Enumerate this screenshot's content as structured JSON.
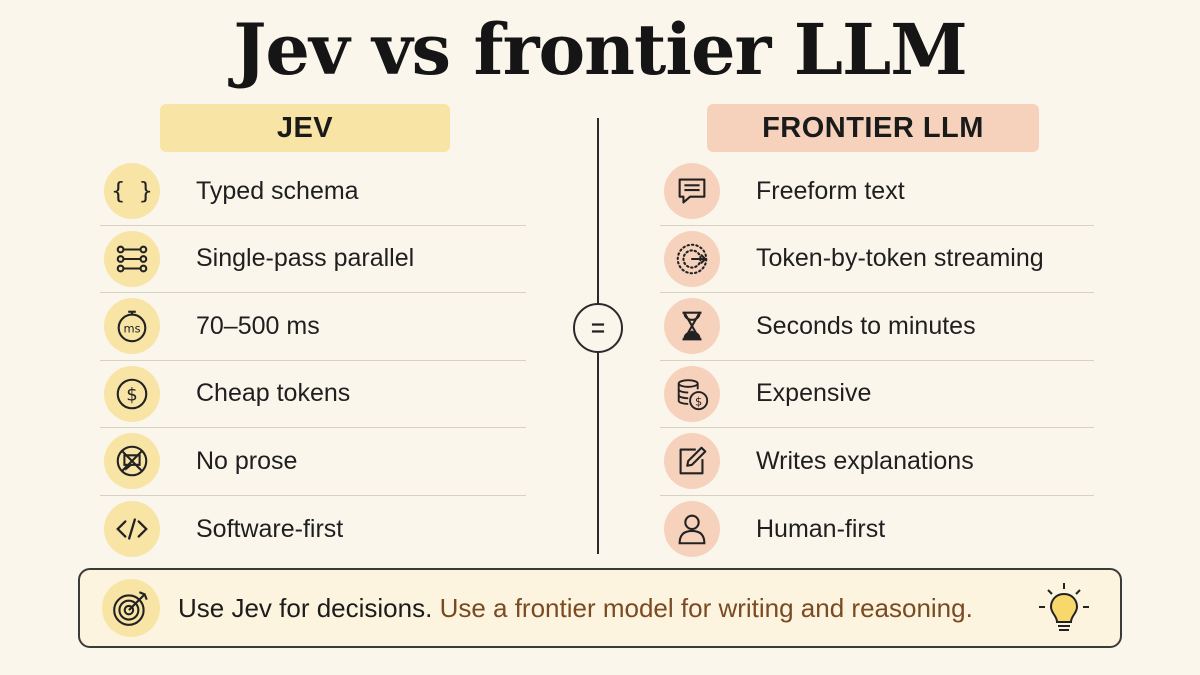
{
  "title": "Jev vs frontier LLM",
  "left": {
    "header": "JEV",
    "accent": "#f8e4a5",
    "items": [
      {
        "label": "Typed schema",
        "icon": "curly-braces-icon"
      },
      {
        "label": "Single-pass parallel",
        "icon": "parallel-lanes-icon"
      },
      {
        "label": "70–500 ms",
        "icon": "stopwatch-ms-icon"
      },
      {
        "label": "Cheap tokens",
        "icon": "dollar-coin-icon"
      },
      {
        "label": "No prose",
        "icon": "no-speech-icon"
      },
      {
        "label": "Software-first",
        "icon": "code-tag-icon"
      }
    ]
  },
  "right": {
    "header": "FRONTIER LLM",
    "accent": "#f6d2bd",
    "items": [
      {
        "label": "Freeform text",
        "icon": "speech-bubble-icon"
      },
      {
        "label": "Token-by-token streaming",
        "icon": "streaming-dots-icon"
      },
      {
        "label": "Seconds to minutes",
        "icon": "hourglass-icon"
      },
      {
        "label": "Expensive",
        "icon": "coin-stack-icon"
      },
      {
        "label": "Writes explanations",
        "icon": "pen-edit-icon"
      },
      {
        "label": "Human-first",
        "icon": "person-icon"
      }
    ]
  },
  "footer": {
    "part1": "Use Jev for decisions.",
    "part2": "Use a frontier model for writing and reasoning.",
    "left_icon": "target-arrow-icon",
    "right_icon": "lightbulb-icon"
  }
}
